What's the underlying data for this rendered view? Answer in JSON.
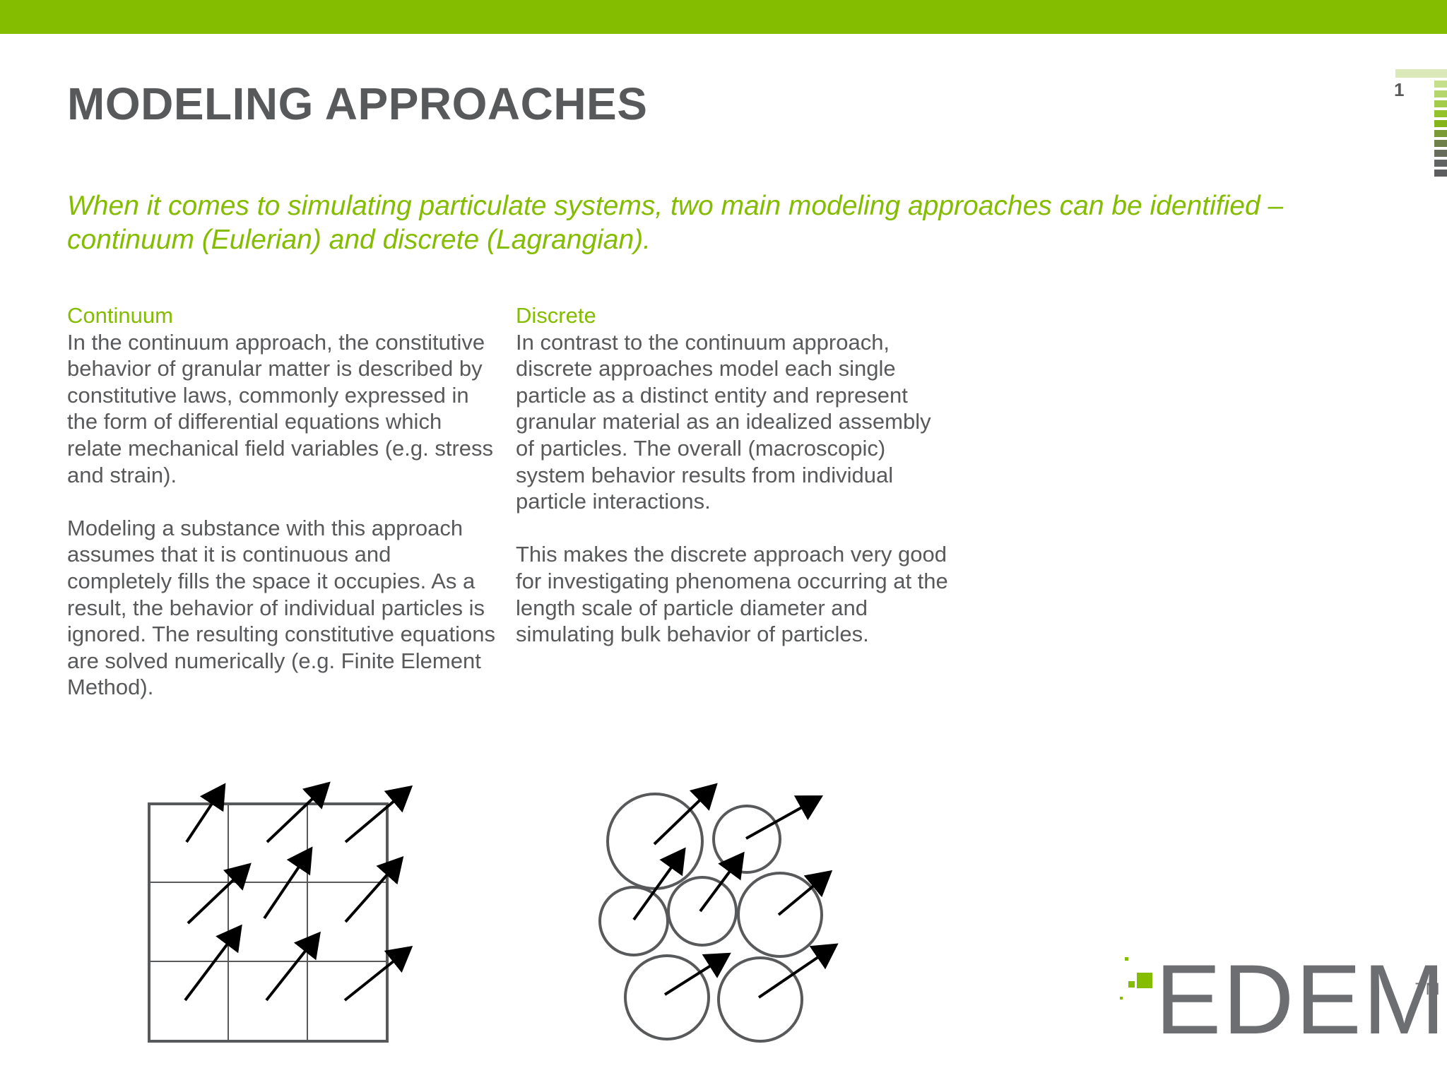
{
  "slide": {
    "title": "MODELING APPROACHES",
    "page_number": "1",
    "subtitle": "When it comes to simulating particulate systems, two main modeling approaches can be identified – continuum (Eulerian) and discrete (Lagrangian)."
  },
  "continuum": {
    "heading": "Continuum",
    "paragraphs": [
      "In the continuum approach, the constitutive behavior of granular matter is described by constitutive laws, commonly expressed in the form of differential equations which relate mechanical field variables (e.g. stress and strain).",
      "Modeling a substance with this approach assumes that it is continuous and completely fills the space it occupies. As a result, the behavior of individual particles is ignored. The resulting constitutive equations are solved numerically (e.g. Finite Element Method)."
    ]
  },
  "discrete": {
    "heading": "Discrete",
    "paragraphs": [
      "In contrast to the continuum approach, discrete approaches model each single particle as a distinct entity and represent granular material as an idealized assembly of particles. The overall (macroscopic) system behavior results from individual particle interactions.",
      "This makes the discrete approach very good for investigating phenomena occurring at the length scale of particle diameter and simulating bulk behavior of particles."
    ]
  },
  "logo": {
    "text": "EDEM",
    "trademark": "TM"
  },
  "colors": {
    "accent": "#84bc00",
    "text": "#58595b",
    "logo": "#6d6e71"
  }
}
